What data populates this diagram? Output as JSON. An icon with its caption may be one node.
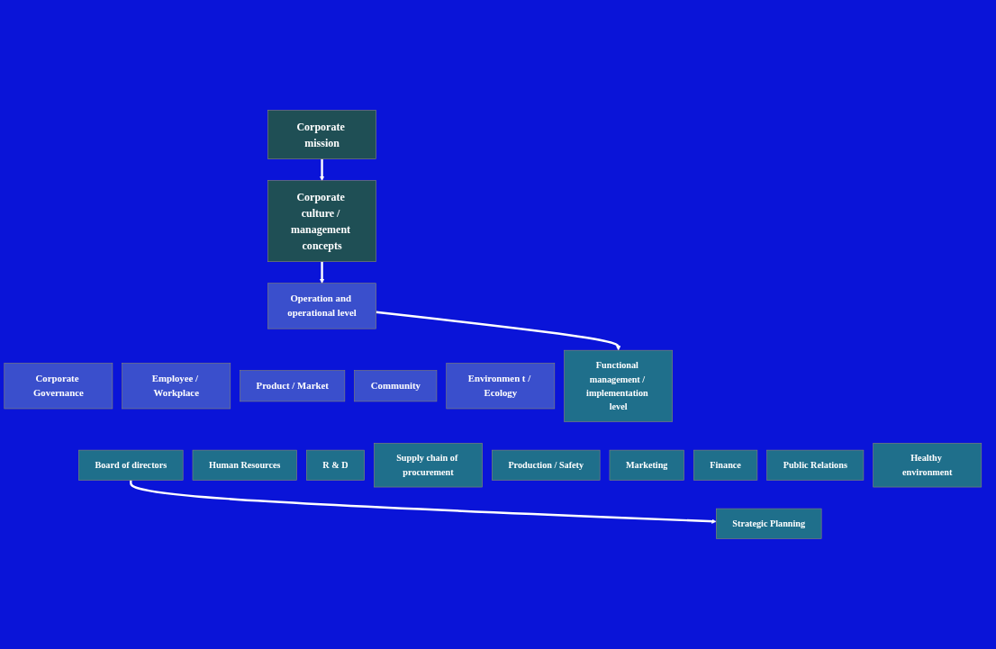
{
  "diagram": {
    "nodes": [
      {
        "text": [
          "Corporate mission"
        ]
      },
      {
        "text": [
          "Corporate culture / management concepts"
        ]
      },
      {
        "text": [
          "Operation and operational level"
        ]
      },
      {
        "text": [
          "Corporate Governance"
        ]
      },
      {
        "text": [
          "Employee / Workplace"
        ]
      },
      {
        "text": [
          "Product / Market"
        ]
      },
      {
        "text": [
          "Community"
        ]
      },
      {
        "text": [
          "Environmen t / Ecology"
        ]
      },
      {
        "text": [
          "Functional management / implementation level"
        ]
      },
      {
        "text": [
          "Board of directors"
        ]
      },
      {
        "text": [
          "Strategic Planning"
        ]
      },
      {
        "text": [
          "Human Resources"
        ]
      },
      {
        "text": [
          "R & D"
        ]
      },
      {
        "text": [
          "Supply chain of procurement"
        ]
      },
      {
        "text": [
          "Production / Safety"
        ]
      },
      {
        "text": [
          "Marketing"
        ]
      },
      {
        "text": [
          "Finance"
        ]
      },
      {
        "text": [
          "Public Relations"
        ]
      },
      {
        "text": [
          "Healthy environment"
        ]
      }
    ],
    "edges": [
      {
        "from": 0,
        "to": 1,
        "arrow": "to"
      },
      {
        "from": 1,
        "to": 2,
        "arrow": "to"
      },
      {
        "from": 2,
        "to": 8,
        "arrow": "to"
      },
      {
        "from": 9,
        "to": 10,
        "arrow": "to"
      }
    ]
  }
}
